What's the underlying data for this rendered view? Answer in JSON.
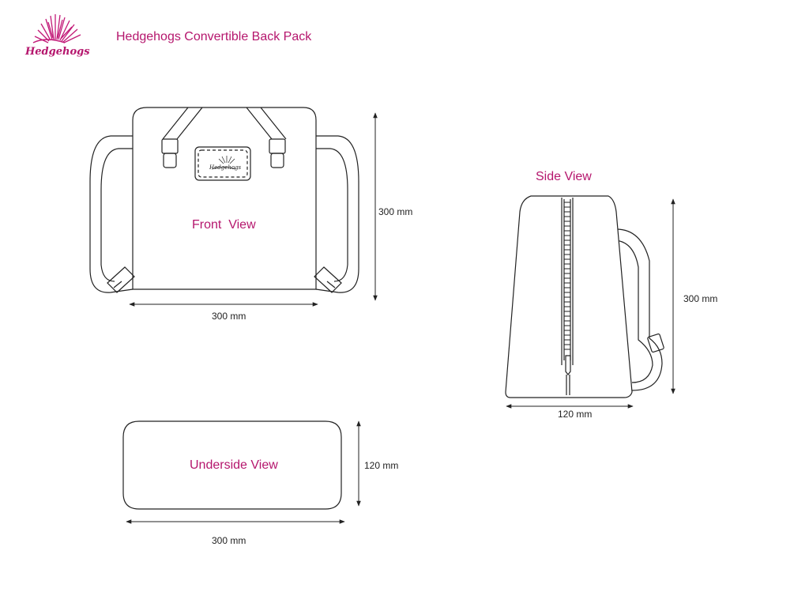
{
  "header": {
    "logo_text": "Hedgehogs",
    "title": "Hedgehogs Convertible Back Pack"
  },
  "views": {
    "front": {
      "label": "Front  View",
      "width_dim": "300 mm",
      "height_dim": "300 mm"
    },
    "side": {
      "label": "Side View",
      "height_dim": "300 mm",
      "width_dim": "120 mm"
    },
    "underside": {
      "label": "Underside View",
      "height_dim": "120 mm",
      "width_dim": "300 mm"
    }
  },
  "colors": {
    "accent": "#b5166d",
    "line": "#222222"
  }
}
